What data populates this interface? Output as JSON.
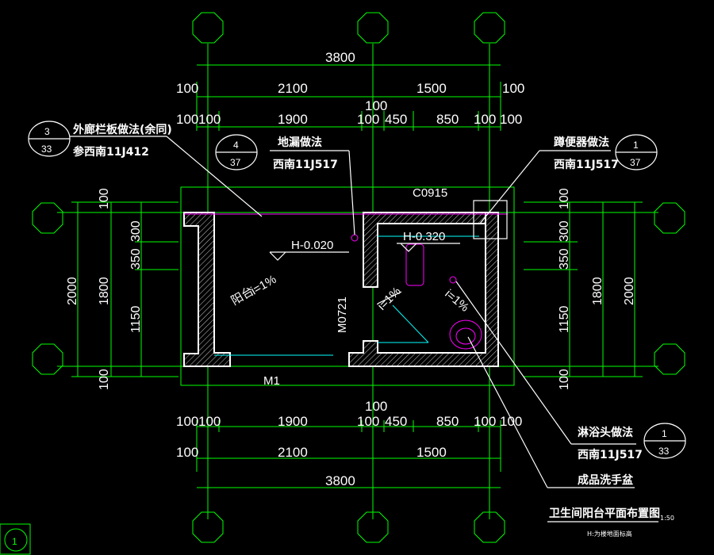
{
  "dimensions": {
    "top_total": "3800",
    "top_row2": [
      "100",
      "2100",
      "1500",
      "100"
    ],
    "top_row3": [
      "100",
      "100",
      "1900",
      "100",
      "450",
      "850",
      "100",
      "100"
    ],
    "top_row3_extra": "100",
    "bottom_total": "3800",
    "bottom_row2": [
      "100",
      "2100",
      "1500"
    ],
    "bottom_row3": [
      "100",
      "100",
      "1900",
      "100",
      "450",
      "850",
      "100",
      "100"
    ],
    "bottom_row3_extra": "100",
    "left_outer": "2000",
    "left_mid": "1800",
    "left_inner": [
      "100",
      "350",
      "300",
      "1150",
      "100"
    ],
    "right_outer": "2000",
    "right_mid": "1800",
    "right_inner": [
      "100",
      "350",
      "300",
      "1150",
      "100"
    ]
  },
  "labels": {
    "window": "C0915",
    "door_bottom": "M1",
    "door_inner": "M0721",
    "balcony": "阳台",
    "slope_balcony": "i=1%",
    "slope_bath1": "i=1%",
    "slope_bath2": "i=1%",
    "level_balcony": "H-0.020",
    "level_bath": "H-0.320"
  },
  "callouts": {
    "railing": {
      "line1": "外廊栏板做法(余同)",
      "line2": "参西南11J412",
      "top": "3",
      "bottom": "33"
    },
    "floor_drain": {
      "line1": "地漏做法",
      "line2": "西南11J517",
      "top": "4",
      "bottom": "37"
    },
    "squat_toilet": {
      "line1": "蹲便器做法",
      "line2": "西南11J517",
      "top": "1",
      "bottom": "37"
    },
    "shower": {
      "line1": "淋浴头做法",
      "line2": "西南11J517",
      "top": "1",
      "bottom": "33"
    },
    "washbasin": {
      "line1": "成品洗手盆"
    }
  },
  "title": {
    "main": "卫生间阳台平面布置图",
    "scale": "1:50",
    "sub": "H:为楼地面标高",
    "sheet_no": "1"
  }
}
